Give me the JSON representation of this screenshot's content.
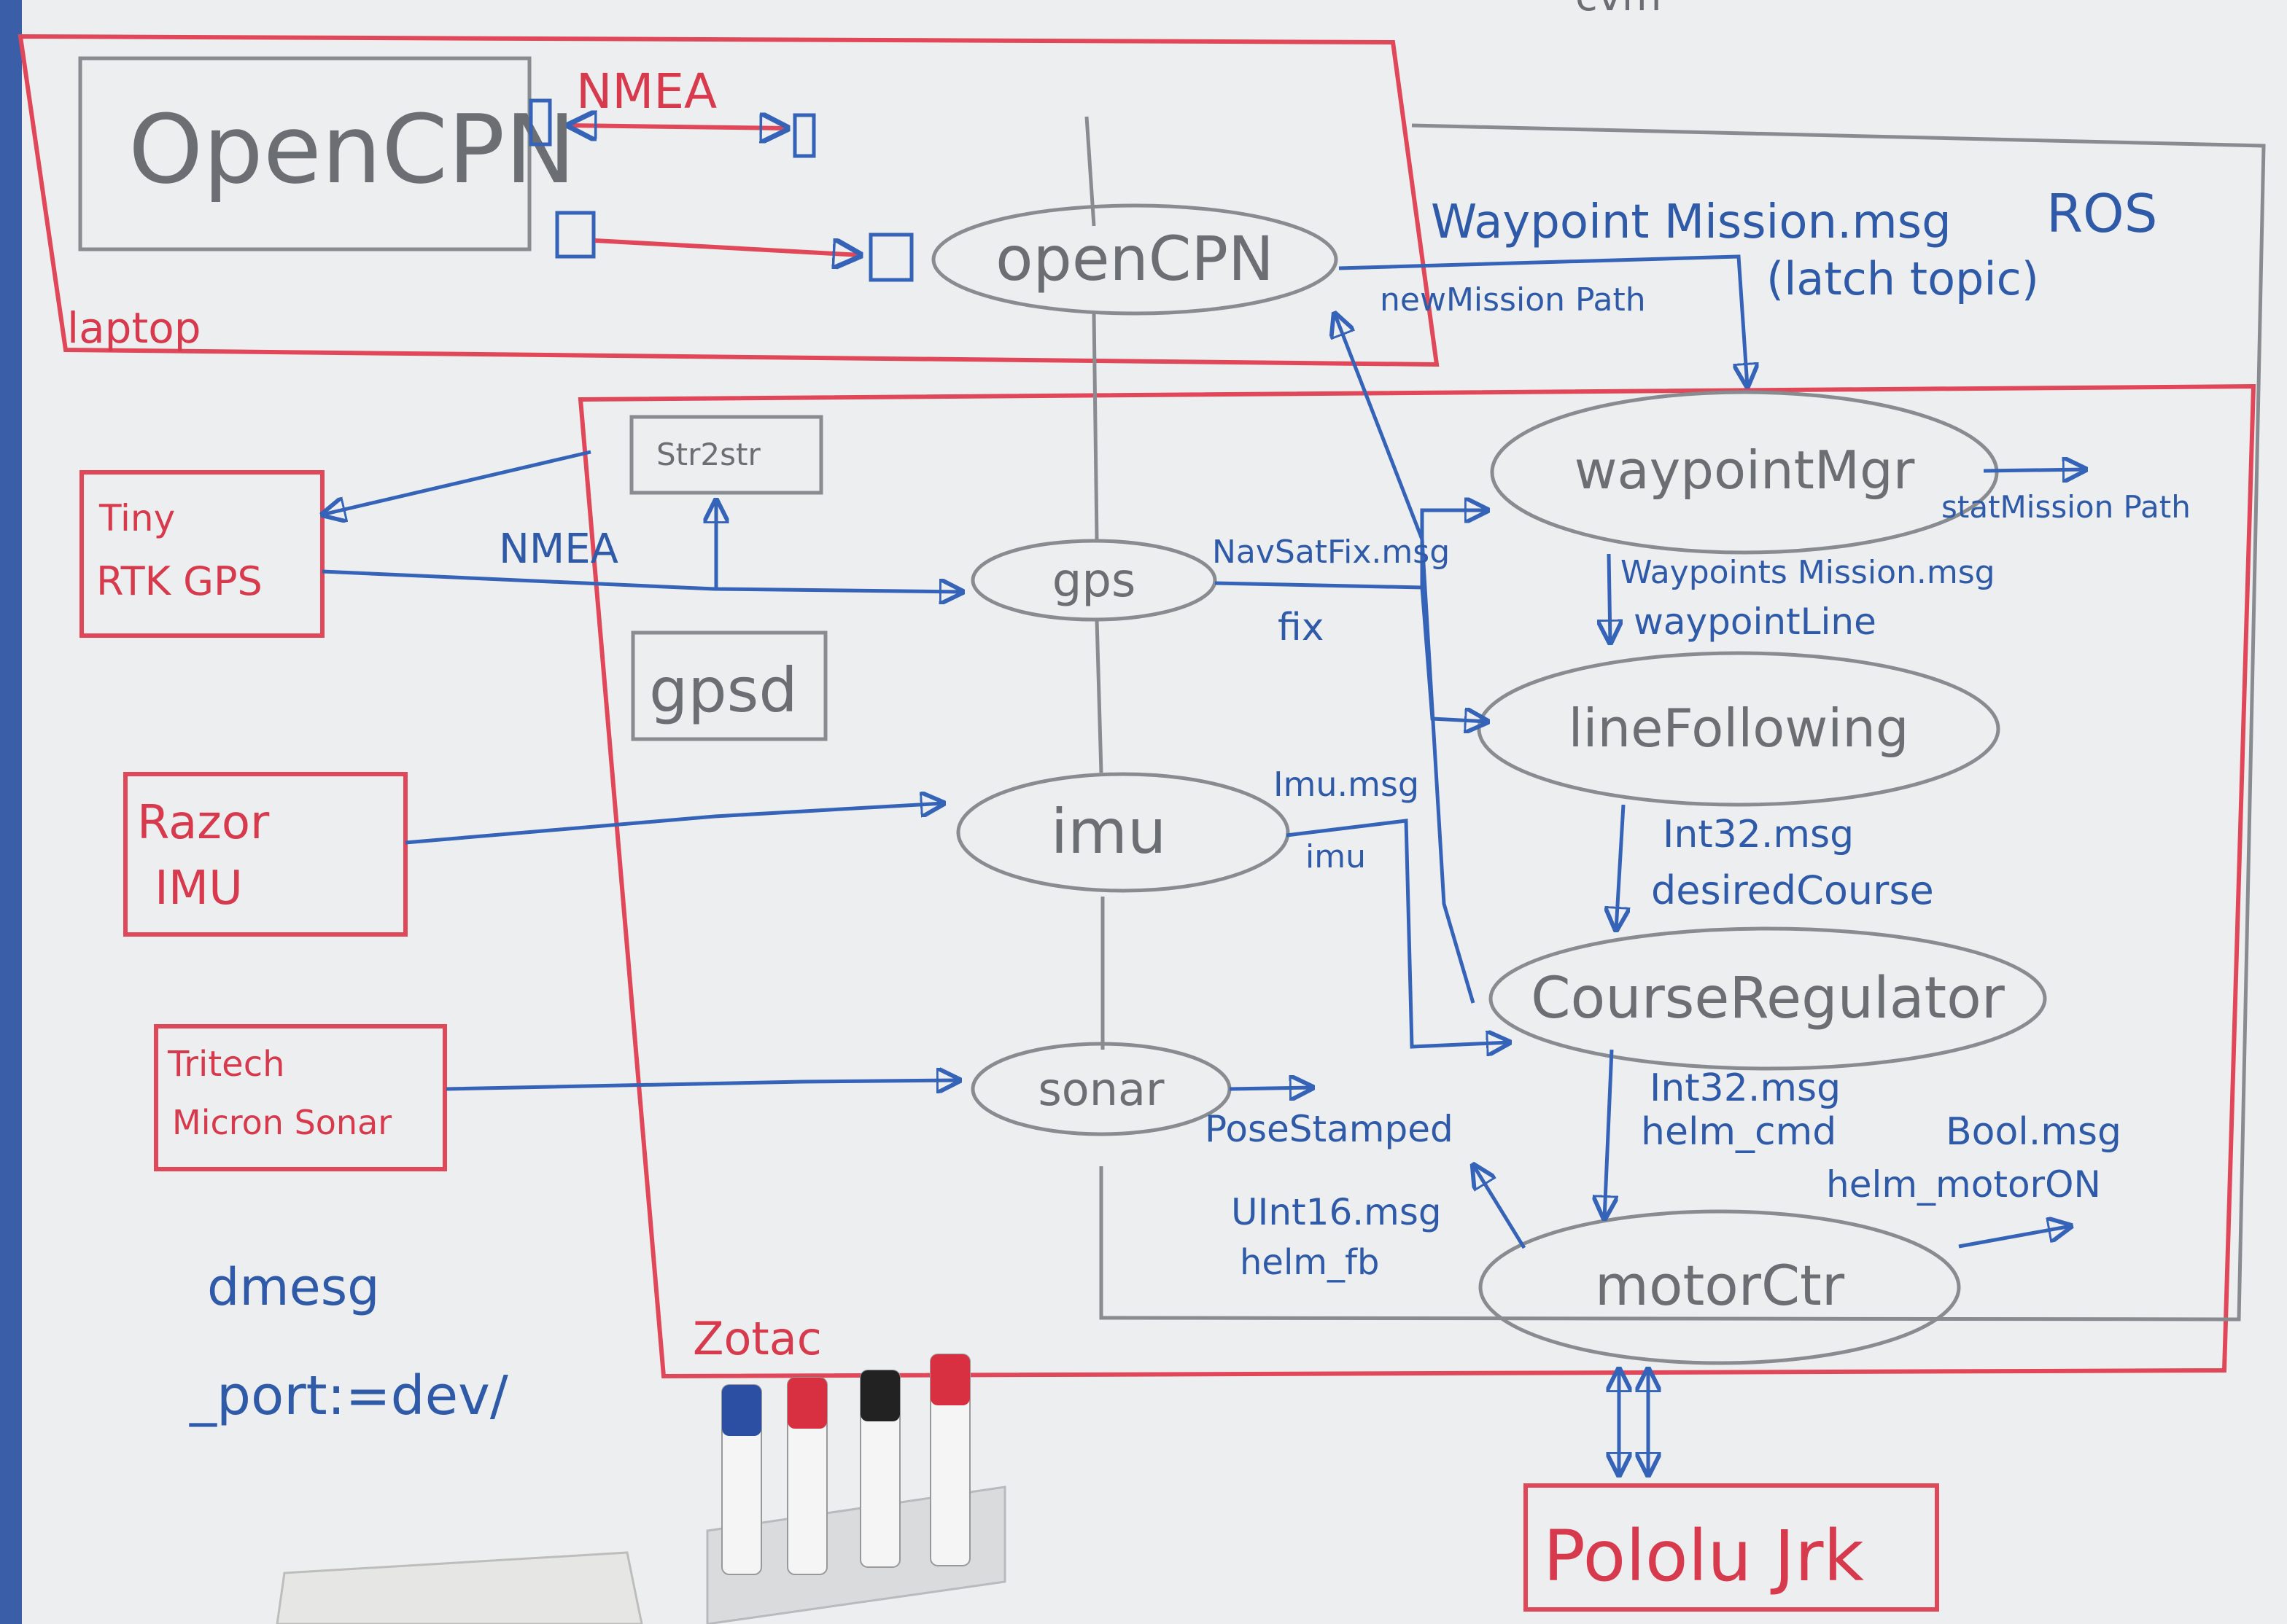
{
  "boxes": {
    "laptop": "laptop",
    "opencpn_app": "OpenCPN",
    "ros": "ROS",
    "zotac": "Zotac",
    "str2str": "Str2str",
    "gpsd": "gpsd",
    "tiny_rtk_gps": [
      "Tiny",
      "RTK GPS"
    ],
    "razor_imu": [
      "Razor",
      "IMU"
    ],
    "tritech_sonar": [
      "Tritech",
      "Micron Sonar"
    ],
    "pololu_jrk": "Pololu Jrk"
  },
  "nodes": {
    "opencpn": "openCPN",
    "gps": "gps",
    "imu": "imu",
    "sonar": "sonar",
    "waypoint_mgr": "waypointMgr",
    "line_following": "lineFollowing",
    "course_regulator": "CourseRegulator",
    "motor_ctr": "motorCtr"
  },
  "edge_labels": {
    "nmea_top": "NMEA",
    "nmea_gps": "NMEA",
    "waypoint_mission_msg": "Waypoint Mission.msg",
    "latch_topic": "(latch topic)",
    "new_mission_path": "newMission Path",
    "nav_sat_fix_msg": "NavSatFix.msg",
    "fix": "fix",
    "stat_mission_path": "statMission Path",
    "waypoints_mission_msg": "Waypoints Mission.msg",
    "waypoint_line": "waypointLine",
    "imu_msg": "Imu.msg",
    "imu_topic": "imu",
    "int32_msg_1": "Int32.msg",
    "desired_course": "desiredCourse",
    "pose_stamped": "PoseStamped",
    "int32_msg_2": "Int32.msg",
    "helm_cmd": "helm_cmd",
    "bool_msg": "Bool.msg",
    "helm_motor_on": "helm_motorON",
    "uint16_msg": "UInt16.msg",
    "helm_fb": "helm_fb"
  },
  "notes": {
    "dmesg": "dmesg",
    "port": "_port:=dev/",
    "top_partial": "cvm"
  },
  "colors": {
    "red_marker": "#e0485a",
    "blue_marker": "#3563b8",
    "gray_marker": "#888c90",
    "whiteboard": "#eceef0"
  }
}
